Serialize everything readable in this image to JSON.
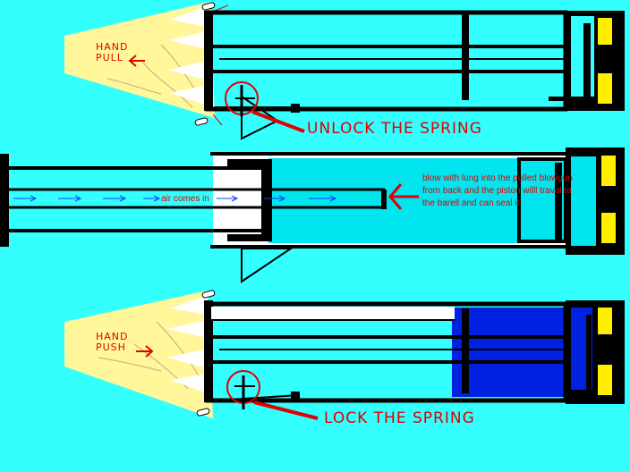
{
  "colors": {
    "background": "#33FFFF",
    "hand_fill": "#FFF799",
    "outline": "#000000",
    "annotation": "#E00000",
    "cap_yellow": "#FFEE00",
    "pressed_air": "#00E5EE",
    "spring_blue": "#0022E0",
    "flow_arrows": "#1040FF",
    "barrel_white": "#FFFFFF"
  },
  "panels": {
    "top": {
      "hand_label_line1": "HAND",
      "hand_label_line2": "PULL",
      "callout": "UNLOCK THE SPRING"
    },
    "middle": {
      "flow_label": "air comes in",
      "note": "blow with lung into the pulled blowgun from back and the piston willl travel to the barell and can seal it"
    },
    "bottom": {
      "hand_label_line1": "HAND",
      "hand_label_line2": "PUSH",
      "callout": "LOCK THE SPRING"
    }
  },
  "icons": {
    "hand": "fingers-fan-icon",
    "arrow": "red-arrow-icon",
    "latch": "latch-circle-icon"
  }
}
